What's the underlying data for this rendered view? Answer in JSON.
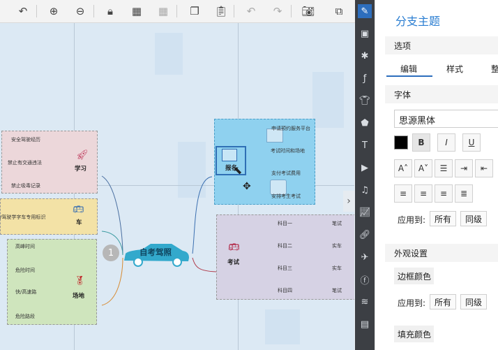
{
  "toolbar": {
    "icons": [
      "undo-curve-icon",
      "zoom-in-icon",
      "zoom-out-icon",
      "lock-icon",
      "grid-icon",
      "grid-settings-icon",
      "copy-icon",
      "paste-icon",
      "undo-icon",
      "redo-icon",
      "camera-icon",
      "fit-window-icon"
    ]
  },
  "mindmap": {
    "center": "自考驾照",
    "badge": "1",
    "branches": {
      "study": {
        "label": "学习",
        "items": [
          "安全驾驶经历",
          "禁止有交通违法",
          "禁止吸毒记录"
        ]
      },
      "car": {
        "label": "车",
        "items": [
          "/驾驶学字车专用标识"
        ]
      },
      "venue": {
        "label": "场地",
        "items": [
          "高峰时间",
          "危险时间",
          "快/高速路",
          "危险路段"
        ]
      },
      "register": {
        "label": "报名",
        "items": [
          "申请预约服务平台",
          "考试时间和场地",
          "支付考试费用",
          "安排考生考试"
        ]
      },
      "exam": {
        "label": "考试",
        "subjects": [
          "科目一",
          "科目二",
          "科目三",
          "科目四"
        ],
        "results": [
          "笔试",
          "实车",
          "实车",
          "笔试"
        ]
      }
    }
  },
  "panel": {
    "title": "分支主题",
    "options_label": "选项",
    "tabs": [
      "编辑",
      "样式",
      "整"
    ],
    "font_section": "字体",
    "font_value": "思源黑体",
    "bold": "B",
    "italic": "I",
    "underline": "U",
    "apply_to": "应用到:",
    "apply_buttons": [
      "所有",
      "同级"
    ],
    "appearance": "外观设置",
    "border_color": "边框颜色",
    "fill_color": "填充颜色"
  },
  "colors": {
    "accent": "#2d6ebd",
    "study_fill": "#f0d6d6",
    "car_fill": "#f6e4a2",
    "venue_fill": "#cfe6bf",
    "register_fill": "#8ed0ee",
    "exam_fill": "#d9d3e6"
  }
}
